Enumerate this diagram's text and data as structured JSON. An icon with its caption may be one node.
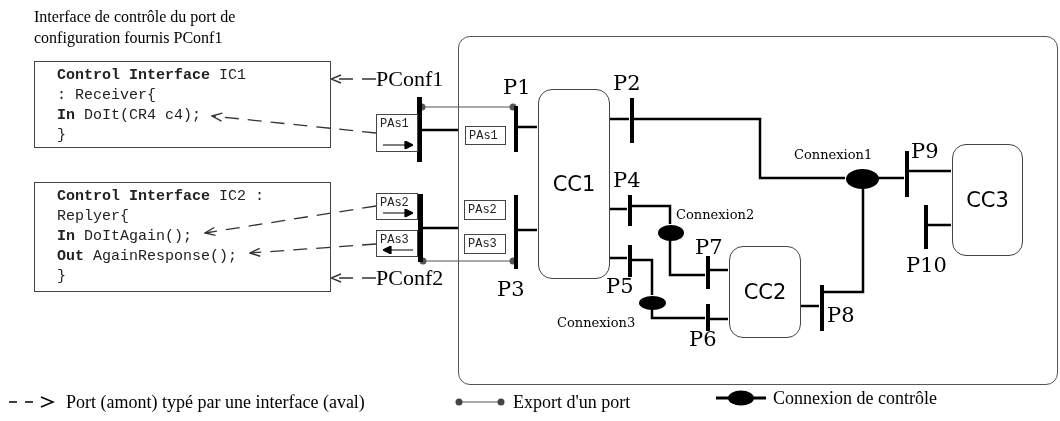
{
  "diagram": {
    "nodes": [
      {
        "text": [
          "**Control Interface** IC1 : Receiver{",
          "**In** DoIt(CR4 c4);",
          "}"
        ]
      },
      {
        "text": [
          "**Control Interface** IC2 : Replyer{",
          "**In** DoItAgain();",
          "**Out** AgainResponse();",
          "}"
        ]
      },
      {
        "text": [
          "PConf1"
        ]
      },
      {
        "text": [],
        "shape": "bar"
      },
      {
        "text": [
          "PAs1"
        ]
      },
      {
        "text": [
          "PAs2"
        ]
      },
      {
        "text": [
          "PAs3"
        ]
      },
      {
        "text": [],
        "shape": "bar"
      },
      {
        "text": [
          "PConf2"
        ]
      },
      {
        "text": [],
        "shape": "box"
      },
      {
        "text": [],
        "shape": "bar",
        "beside": [
          "P1"
        ],
        "in": 9
      },
      {
        "text": [
          "PAs1"
        ],
        "in": 9
      },
      {
        "text": [
          "PAs2"
        ],
        "in": 9
      },
      {
        "text": [
          "PAs3"
        ],
        "in": 9
      },
      {
        "text": [],
        "shape": "bar",
        "beside": [
          "P3"
        ],
        "in": 9
      },
      {
        "text": [
          "CC1"
        ],
        "in": 9
      },
      {
        "text": [],
        "shape": "bar",
        "beside": [
          "P2"
        ],
        "in": 9
      },
      {
        "text": [],
        "shape": "bar",
        "beside": [
          "P4"
        ],
        "in": 9
      },
      {
        "text": [],
        "shape": "bar",
        "beside": [
          "P5"
        ],
        "in": 9
      },
      {
        "text": [],
        "shape": "ellipse",
        "beside": [
          "Connexion1"
        ],
        "in": 9
      },
      {
        "text": [],
        "shape": "ellipse",
        "beside": [
          "Connexion2"
        ],
        "in": 9
      },
      {
        "text": [],
        "shape": "ellipse",
        "beside": [
          "Connexion3"
        ],
        "in": 9
      },
      {
        "text": [],
        "shape": "bar",
        "beside": [
          "P7"
        ],
        "in": 9
      },
      {
        "text": [],
        "shape": "bar",
        "beside": [
          "P6"
        ],
        "in": 9
      },
      {
        "text": [
          "CC2"
        ],
        "in": 9
      },
      {
        "text": [],
        "shape": "bar",
        "beside": [
          "P8"
        ],
        "in": 9
      },
      {
        "text": [],
        "shape": "bar",
        "beside": [
          "P9"
        ],
        "in": 9
      },
      {
        "text": [],
        "shape": "bar",
        "beside": [
          "P10"
        ],
        "in": 9
      },
      {
        "text": [
          "CC3"
        ],
        "in": 9
      }
    ],
    "edges": [
      {
        "from": 2,
        "to": 0,
        "arrow": "to",
        "style": "dashed"
      },
      {
        "from": 4,
        "to": 0,
        "arrow": "to",
        "style": "dashed"
      },
      {
        "from": 5,
        "to": 1,
        "arrow": "to",
        "style": "dashed"
      },
      {
        "from": 6,
        "to": 1,
        "arrow": "to",
        "style": "dashed"
      },
      {
        "from": 8,
        "to": 1,
        "arrow": "to",
        "style": "dashed"
      },
      {
        "from": 3,
        "to": 10,
        "arrow": "other",
        "color": "#555555"
      },
      {
        "from": 7,
        "to": 14,
        "arrow": "other",
        "color": "#555555"
      },
      {
        "from": 3,
        "to": 9,
        "arrow": "none"
      },
      {
        "from": 7,
        "to": 9,
        "arrow": "none"
      },
      {
        "from": 10,
        "to": 15,
        "arrow": "none"
      },
      {
        "from": 14,
        "to": 15,
        "arrow": "none"
      },
      {
        "from": 16,
        "to": 15,
        "arrow": "none"
      },
      {
        "from": 17,
        "to": 15,
        "arrow": "none"
      },
      {
        "from": 18,
        "to": 15,
        "arrow": "none"
      },
      {
        "from": 16,
        "to": 19,
        "arrow": "none"
      },
      {
        "from": 19,
        "to": 26,
        "arrow": "none"
      },
      {
        "from": 19,
        "to": 25,
        "arrow": "none"
      },
      {
        "from": 17,
        "to": 20,
        "arrow": "none"
      },
      {
        "from": 20,
        "to": 22,
        "arrow": "none"
      },
      {
        "from": 18,
        "to": 21,
        "arrow": "none"
      },
      {
        "from": 21,
        "to": 23,
        "arrow": "none"
      },
      {
        "from": 22,
        "to": 24,
        "arrow": "none"
      },
      {
        "from": 23,
        "to": 24,
        "arrow": "none"
      },
      {
        "from": 25,
        "to": 24,
        "arrow": "none"
      },
      {
        "from": 26,
        "to": 28,
        "arrow": "none"
      },
      {
        "from": 27,
        "to": 28,
        "arrow": "none"
      }
    ],
    "labels": [
      "Interface de contrôle du port de configuration fournis PConf1"
    ],
    "legend": [
      {
        "text": "Port (amont) typé par une interface (aval)"
      },
      {
        "text": "Export d'un port"
      },
      {
        "text": "Connexion de contrôle"
      }
    ]
  }
}
